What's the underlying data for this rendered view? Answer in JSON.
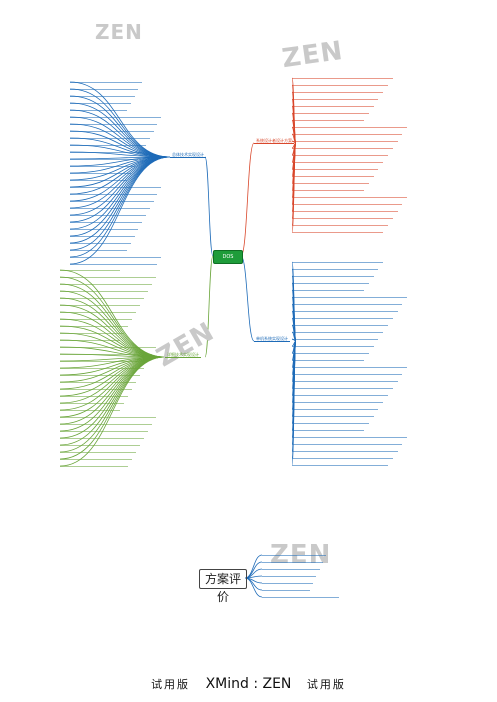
{
  "root": {
    "label": "DOS"
  },
  "branches": [
    {
      "key": "top-right",
      "label": "系统设计者设计方案",
      "color": "#d9472b"
    },
    {
      "key": "mid-right",
      "label": "单机系统实现设计",
      "color": "#1e6bb8"
    },
    {
      "key": "top-left",
      "label": "总体技术实现设计",
      "color": "#1e6bb8"
    },
    {
      "key": "mid-left",
      "label": "详细技术实现设计",
      "color": "#6aa53a"
    }
  ],
  "evaluation": {
    "title": "方案评价"
  },
  "watermark": {
    "text": "ZEN"
  },
  "footer": {
    "left": "试用版",
    "brand": "XMind : ZEN",
    "right": "试用版"
  }
}
